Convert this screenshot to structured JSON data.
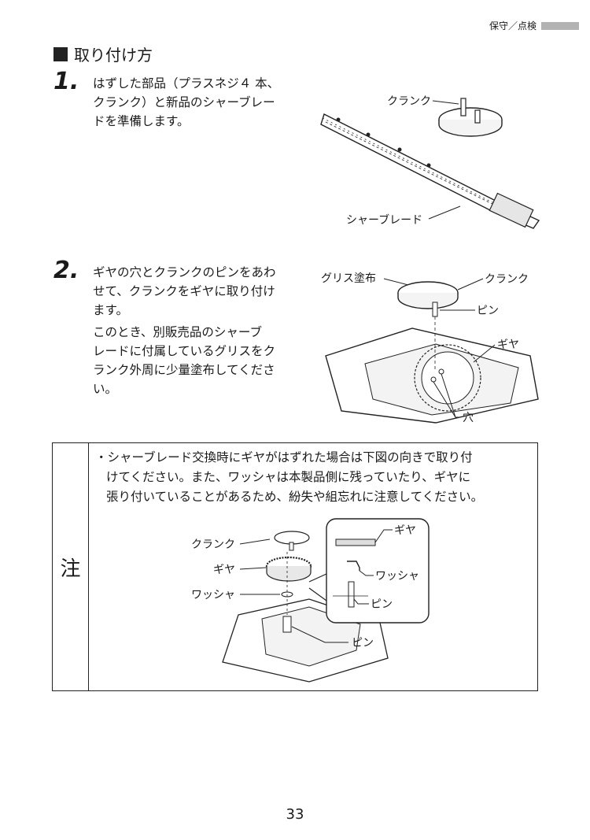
{
  "header": {
    "section": "保守／点検"
  },
  "section_title": "取り付け方",
  "steps": [
    {
      "number": "1.",
      "lines": [
        "はずした部品（プラスネジ４ 本、",
        "クランク）と新品のシャーブレー",
        "ドを準備します。"
      ],
      "labels": {
        "crank": "クランク",
        "blade": "シャーブレード"
      }
    },
    {
      "number": "2.",
      "lines1": [
        "ギヤの穴とクランクのピンをあわ",
        "せて、クランクをギヤに取り付け",
        "ます。"
      ],
      "lines2": [
        "このとき、別販売品のシャーブ",
        "レードに付属しているグリスをク",
        "ランク外周に少量塗布してくださ",
        "い。"
      ],
      "labels": {
        "grease": "グリス塗布",
        "crank": "クランク",
        "pin": "ピン",
        "gear": "ギヤ",
        "hole": "穴"
      }
    }
  ],
  "note": {
    "label": "注",
    "lines": [
      "・シャーブレード交換時にギヤがはずれた場合は下図の向きで取り付",
      "けてください。また、ワッシャは本製品側に残っていたり、ギヤに",
      "張り付いていることがあるため、紛失や組忘れに注意してください。"
    ],
    "labels": {
      "crank": "クランク",
      "gear": "ギヤ",
      "washer": "ワッシャ",
      "pin": "ピン",
      "detail_gear": "ギヤ",
      "detail_washer": "ワッシャ",
      "detail_pin": "ピン"
    }
  },
  "page_number": "33"
}
